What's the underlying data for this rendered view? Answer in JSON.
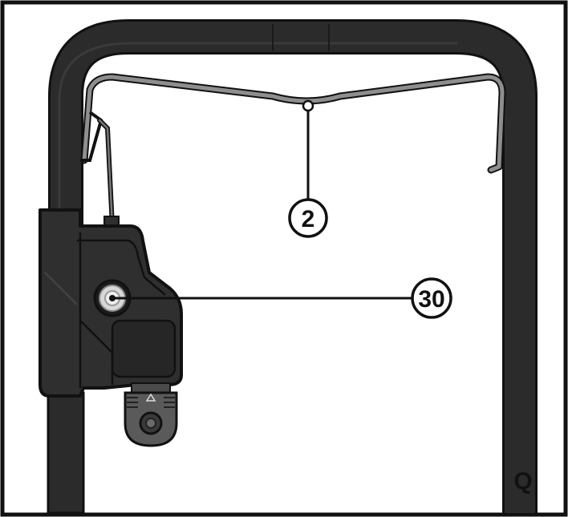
{
  "diagram": {
    "callouts": [
      {
        "id": "bail-lever",
        "label": "2"
      },
      {
        "id": "switch-box-button",
        "label": "30"
      }
    ],
    "panel_label": "Q",
    "colors": {
      "handle": "#2b2b2b",
      "handle_highlight": "#4a4a4a",
      "bail": "#8e8e8e",
      "ink": "#111111",
      "switch_box": "#2f2f2f",
      "plug": "#5a5a5a"
    }
  }
}
